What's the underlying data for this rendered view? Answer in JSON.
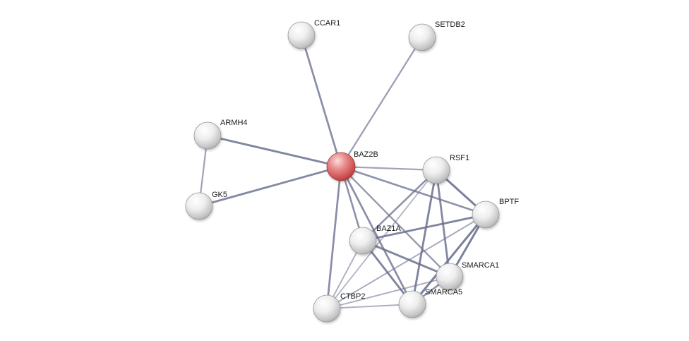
{
  "colors": {
    "background": "#ffffff",
    "query_node": "#e06c6c",
    "node": "#e2e2e2",
    "edge": "#6b7190"
  },
  "nodes": [
    {
      "id": "CCAR1",
      "label": "CCAR1",
      "query": false
    },
    {
      "id": "SETDB2",
      "label": "SETDB2",
      "query": false
    },
    {
      "id": "ARMH4",
      "label": "ARMH4",
      "query": false
    },
    {
      "id": "GK5",
      "label": "GK5",
      "query": false
    },
    {
      "id": "BAZ2B",
      "label": "BAZ2B",
      "query": true
    },
    {
      "id": "RSF1",
      "label": "RSF1",
      "query": false
    },
    {
      "id": "BPTF",
      "label": "BPTF",
      "query": false
    },
    {
      "id": "BAZ1A",
      "label": "BAZ1A",
      "query": false
    },
    {
      "id": "SMARCA1",
      "label": "SMARCA1",
      "query": false
    },
    {
      "id": "SMARCA5",
      "label": "SMARCA5",
      "query": false
    },
    {
      "id": "CTBP2",
      "label": "CTBP2",
      "query": false
    }
  ],
  "edges": [
    {
      "source": "BAZ2B",
      "target": "CCAR1",
      "strength": 0.75
    },
    {
      "source": "BAZ2B",
      "target": "SETDB2",
      "strength": 0.55
    },
    {
      "source": "BAZ2B",
      "target": "ARMH4",
      "strength": 0.85
    },
    {
      "source": "BAZ2B",
      "target": "GK5",
      "strength": 0.8
    },
    {
      "source": "ARMH4",
      "target": "GK5",
      "strength": 0.5
    },
    {
      "source": "BAZ2B",
      "target": "RSF1",
      "strength": 0.5
    },
    {
      "source": "BAZ2B",
      "target": "BPTF",
      "strength": 0.7
    },
    {
      "source": "BAZ2B",
      "target": "BAZ1A",
      "strength": 0.7
    },
    {
      "source": "BAZ2B",
      "target": "SMARCA1",
      "strength": 0.6
    },
    {
      "source": "BAZ2B",
      "target": "SMARCA5",
      "strength": 0.75
    },
    {
      "source": "BAZ2B",
      "target": "CTBP2",
      "strength": 0.75
    },
    {
      "source": "RSF1",
      "target": "BPTF",
      "strength": 0.9
    },
    {
      "source": "RSF1",
      "target": "BAZ1A",
      "strength": 0.7
    },
    {
      "source": "RSF1",
      "target": "SMARCA1",
      "strength": 0.8
    },
    {
      "source": "RSF1",
      "target": "SMARCA5",
      "strength": 0.85
    },
    {
      "source": "BPTF",
      "target": "BAZ1A",
      "strength": 0.85
    },
    {
      "source": "BPTF",
      "target": "SMARCA1",
      "strength": 0.9
    },
    {
      "source": "BPTF",
      "target": "SMARCA5",
      "strength": 0.9
    },
    {
      "source": "BPTF",
      "target": "CTBP2",
      "strength": 0.4
    },
    {
      "source": "BAZ1A",
      "target": "SMARCA1",
      "strength": 0.85
    },
    {
      "source": "BAZ1A",
      "target": "SMARCA5",
      "strength": 0.85
    },
    {
      "source": "BAZ1A",
      "target": "CTBP2",
      "strength": 0.35
    },
    {
      "source": "SMARCA1",
      "target": "SMARCA5",
      "strength": 0.7
    },
    {
      "source": "SMARCA1",
      "target": "CTBP2",
      "strength": 0.35
    },
    {
      "source": "SMARCA5",
      "target": "CTBP2",
      "strength": 0.35
    },
    {
      "source": "RSF1",
      "target": "CTBP2",
      "strength": 0.3
    }
  ]
}
